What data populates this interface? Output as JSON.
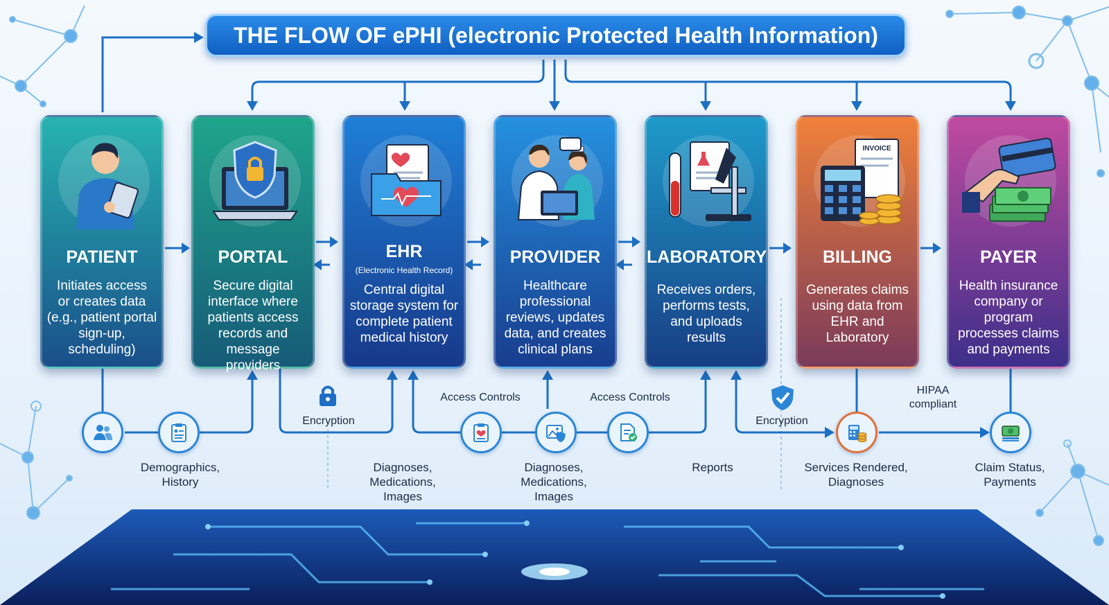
{
  "title": "THE FLOW OF ePHI (electronic Protected Health Information)",
  "cards": [
    {
      "title": "PATIENT",
      "subtitle": "",
      "lines": [
        "Initiates access",
        "or creates data",
        "(e.g., patient portal",
        "sign-up,",
        "scheduling)"
      ],
      "color_top": "#27b3b0",
      "color_bottom": "#1a4f8a",
      "icon": "patient-tablet-icon"
    },
    {
      "title": "PORTAL",
      "subtitle": "",
      "lines": [
        "Secure digital",
        "interface where",
        "patients access",
        "records and",
        "message providers"
      ],
      "color_top": "#1fa58c",
      "color_bottom": "#165b78",
      "icon": "laptop-lock-icon"
    },
    {
      "title": "EHR",
      "subtitle": "(Electronic Health Record)",
      "lines": [
        "Central digital",
        "storage system for",
        "complete patient",
        "medical history"
      ],
      "color_top": "#1f7fd6",
      "color_bottom": "#17398a",
      "icon": "folder-heart-icon"
    },
    {
      "title": "PROVIDER",
      "subtitle": "",
      "lines": [
        "Healthcare",
        "professional",
        "reviews, updates",
        "data, and creates",
        "clinical plans"
      ],
      "color_top": "#2591e0",
      "color_bottom": "#193d8e",
      "icon": "doctor-nurse-icon"
    },
    {
      "title": "LABORATORY",
      "subtitle": "",
      "lines": [
        "Receives orders,",
        "performs tests,",
        "and uploads",
        "results"
      ],
      "color_top": "#1e9bc9",
      "color_bottom": "#183e85",
      "icon": "microscope-icon"
    },
    {
      "title": "BILLING",
      "subtitle": "",
      "lines": [
        "Generates claims",
        "using data from",
        "EHR and",
        "Laboratory"
      ],
      "color_top": "#f0813a",
      "color_bottom": "#7a3a5a",
      "icon": "invoice-calculator-icon"
    },
    {
      "title": "PAYER",
      "subtitle": "",
      "lines": [
        "Health insurance",
        "company or",
        "program",
        "processes claims",
        "and payments"
      ],
      "color_top": "#c04aa0",
      "color_bottom": "#3d2f8a",
      "icon": "card-cash-icon"
    }
  ],
  "flow_labels": {
    "encryption_1": "Encryption",
    "access_controls_1": "Access Controls",
    "access_controls_2": "Access Controls",
    "encryption_2": "Encryption",
    "hipaa_1": "HIPAA",
    "hipaa_2": "compliant"
  },
  "data_labels": {
    "demographics": [
      "Demographics,",
      "History"
    ],
    "diagnoses_1": [
      "Diagnoses,",
      "Medications,",
      "Images"
    ],
    "diagnoses_2": [
      "Diagnoses,",
      "Medications,",
      "Images"
    ],
    "reports": [
      "Reports"
    ],
    "services": [
      "Services Rendered,",
      "Diagnoses"
    ],
    "claim_status": [
      "Claim Status,",
      "Payments"
    ]
  },
  "nodes": [
    "users-icon",
    "clipboard-icon",
    "medical-record-icon",
    "image-shield-icon",
    "document-check-icon",
    "billing-coins-icon",
    "payment-cash-icon"
  ],
  "colors": {
    "arrow": "#1d6fc4",
    "accent": "#2b86d6"
  }
}
